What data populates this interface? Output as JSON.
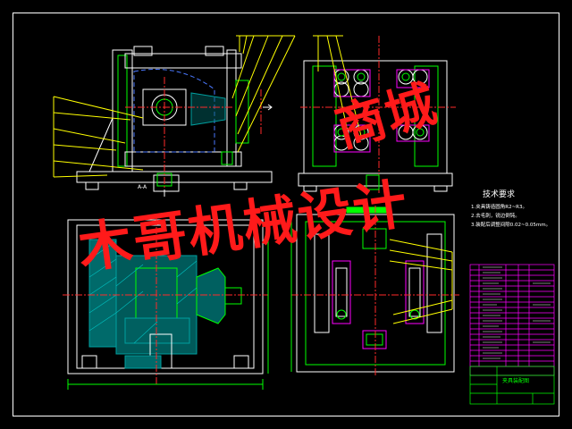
{
  "watermark": {
    "line1": "木哥机械设计",
    "line2": "商城"
  },
  "technical_requirements": {
    "title": "技术要求",
    "items": [
      "1.夹具铸造圆角R2~R3。",
      "2.去毛刺，锐边倒钝。",
      "3.装配后调整间隙0.02~0.05mm。"
    ]
  },
  "section_label": "A-A",
  "title_block": {
    "drawing_name": "夹具装配图"
  },
  "colors": {
    "background": "#000000",
    "outline": "#ffffff",
    "part_lines": "#00ff00",
    "hatch_fill": "#00a0a0",
    "hidden_lines": "#4a78ff",
    "center_lines": "#ff2a2a",
    "leader_lines": "#ffff00",
    "bom_frame": "#ff00ff",
    "watermark": "#ff1a1a"
  }
}
